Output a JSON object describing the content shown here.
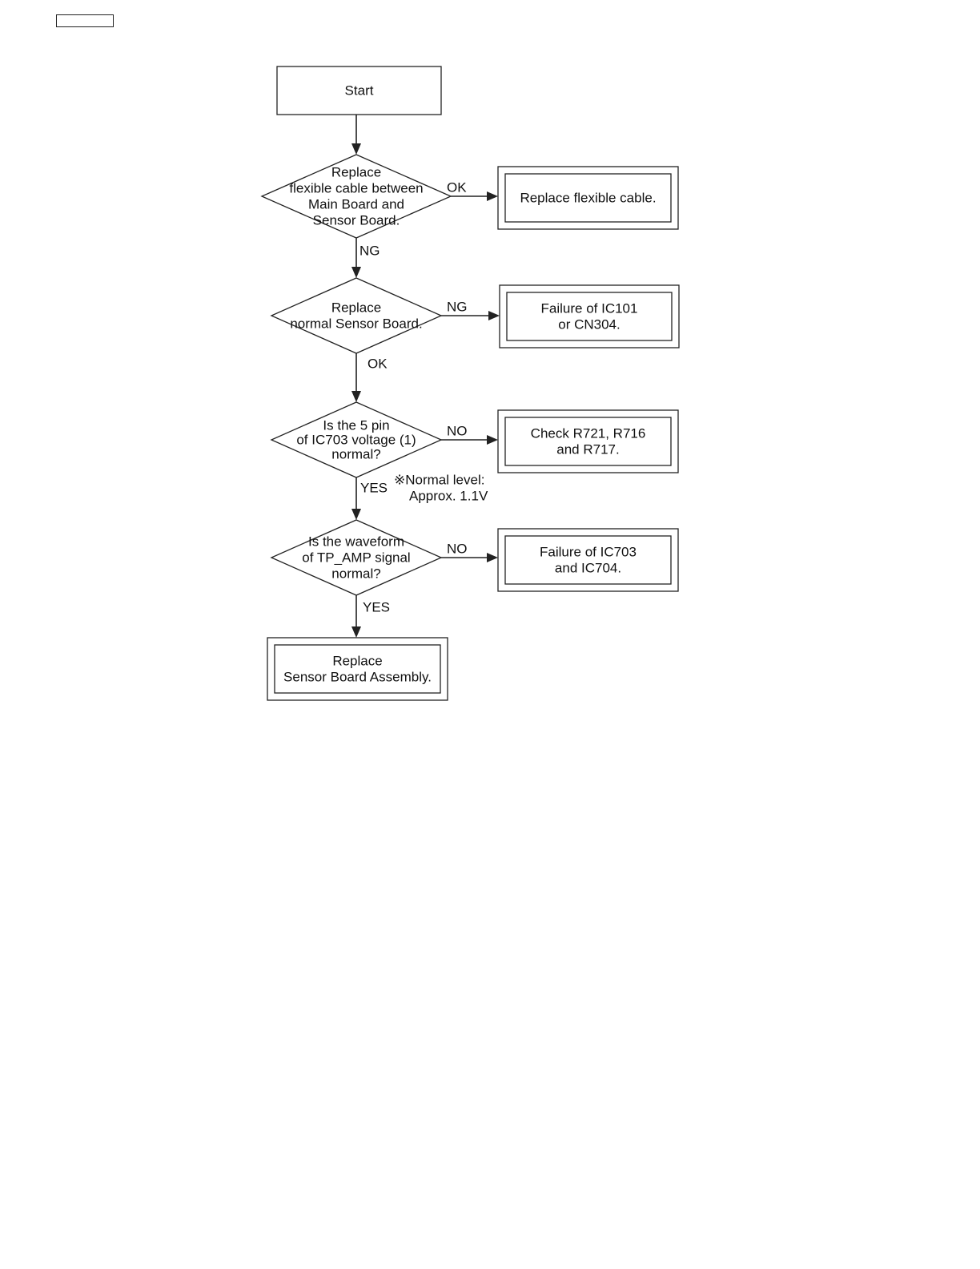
{
  "header": {
    "box_label": ""
  },
  "flowchart": {
    "start": {
      "label": [
        "Start"
      ]
    },
    "decisions": [
      {
        "id": "d1",
        "lines": [
          "Replace",
          "flexible cable between",
          "Main Board and",
          "Sensor Board."
        ]
      },
      {
        "id": "d2",
        "lines": [
          "Replace",
          "normal Sensor Board."
        ]
      },
      {
        "id": "d3",
        "lines": [
          "Is the 5 pin",
          "of IC703 voltage (1)",
          "normal?"
        ]
      },
      {
        "id": "d4",
        "lines": [
          "Is the waveform",
          "of TP_AMP signal",
          "normal?"
        ]
      }
    ],
    "results": [
      {
        "id": "r1",
        "lines": [
          "Replace flexible cable."
        ]
      },
      {
        "id": "r2",
        "lines": [
          "Failure of IC101",
          "or CN304."
        ]
      },
      {
        "id": "r3",
        "lines": [
          "Check R721, R716",
          "and R717."
        ]
      },
      {
        "id": "r4",
        "lines": [
          "Failure of IC703",
          "and IC704."
        ]
      },
      {
        "id": "r5",
        "lines": [
          "Replace",
          "Sensor Board Assembly."
        ]
      }
    ],
    "edges": [
      {
        "id": "e-d1-r1",
        "label": "OK"
      },
      {
        "id": "e-d1-d2",
        "label": "NG"
      },
      {
        "id": "e-d2-r2",
        "label": "NG"
      },
      {
        "id": "e-d2-d3",
        "label": "OK"
      },
      {
        "id": "e-d3-r3",
        "label": "NO"
      },
      {
        "id": "e-d3-d4",
        "label": "YES"
      },
      {
        "id": "e-d4-r4",
        "label": "NO"
      },
      {
        "id": "e-d4-r5",
        "label": "YES"
      }
    ],
    "note": {
      "lines": [
        "※Normal level:",
        "Approx. 1.1V"
      ]
    }
  }
}
